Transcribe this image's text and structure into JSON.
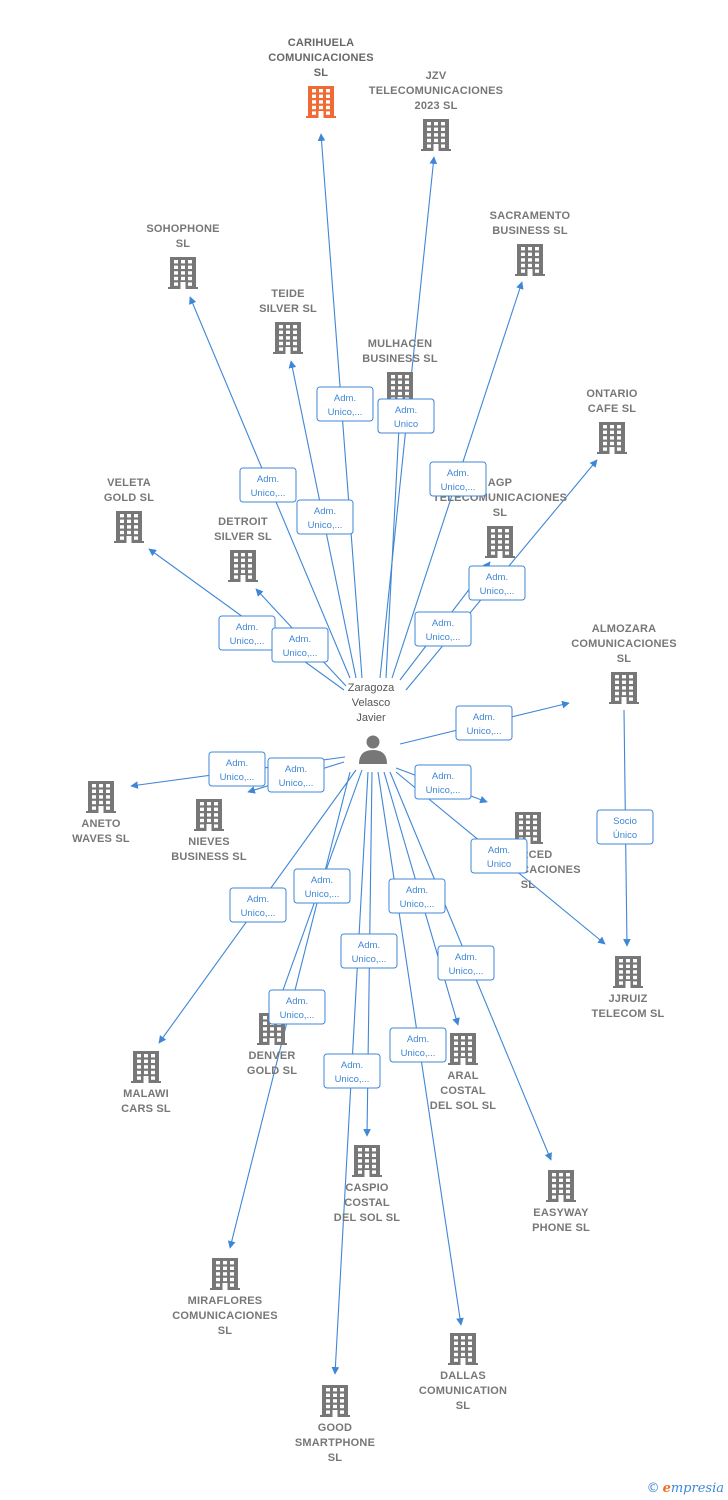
{
  "colors": {
    "edge": "#3f87d6",
    "node": "#777777",
    "highlight": "#f06a33",
    "person": "#777777"
  },
  "person": {
    "id": "p",
    "lines": [
      "Zaragoza",
      "Velasco",
      "Javier"
    ],
    "icon": "person-icon"
  },
  "companies": [
    {
      "id": "carihuela",
      "lines": [
        "CARIHUELA",
        "COMUNICACIONES",
        "SL"
      ],
      "highlight": true
    },
    {
      "id": "jzv",
      "lines": [
        "JZV",
        "TELECOMUNICACIONES",
        "2023  SL"
      ]
    },
    {
      "id": "sacramento",
      "lines": [
        "SACRAMENTO",
        "BUSINESS  SL"
      ]
    },
    {
      "id": "sohophone",
      "lines": [
        "SOHOPHONE",
        "SL"
      ]
    },
    {
      "id": "teide",
      "lines": [
        "TEIDE",
        "SILVER  SL"
      ]
    },
    {
      "id": "mulhacen",
      "lines": [
        "MULHACEN",
        "BUSINESS  SL"
      ]
    },
    {
      "id": "ontario",
      "lines": [
        "ONTARIO",
        "CAFE  SL"
      ]
    },
    {
      "id": "agp",
      "lines": [
        "AGP",
        "TELECOMUNICACIONES",
        "SL"
      ]
    },
    {
      "id": "veleta",
      "lines": [
        "VELETA",
        "GOLD  SL"
      ]
    },
    {
      "id": "detroit",
      "lines": [
        "DETROIT",
        "SILVER  SL"
      ]
    },
    {
      "id": "almozara",
      "lines": [
        "ALMOZARA",
        "COMUNICACIONES",
        "SL"
      ]
    },
    {
      "id": "aneto",
      "lines": [
        "ANETO",
        "WAVES  SL"
      ]
    },
    {
      "id": "nieves",
      "lines": [
        "NIEVES",
        "BUSINESS  SL"
      ]
    },
    {
      "id": "merced",
      "lines": [
        "MERCED",
        "COMUNICACIONES",
        "SL"
      ]
    },
    {
      "id": "jjruiz",
      "lines": [
        "JJRUIZ",
        "TELECOM  SL"
      ]
    },
    {
      "id": "malawi",
      "lines": [
        "MALAWI",
        "CARS  SL"
      ]
    },
    {
      "id": "denver",
      "lines": [
        "DENVER",
        "GOLD  SL"
      ]
    },
    {
      "id": "aral",
      "lines": [
        "ARAL",
        "COSTAL",
        "DEL SOL  SL"
      ]
    },
    {
      "id": "caspio",
      "lines": [
        "CASPIO",
        "COSTAL",
        "DEL SOL  SL"
      ]
    },
    {
      "id": "easyway",
      "lines": [
        "EASYWAY",
        "PHONE  SL"
      ]
    },
    {
      "id": "miraflores",
      "lines": [
        "MIRAFLORES",
        "COMUNICACIONES",
        "SL"
      ]
    },
    {
      "id": "dallas",
      "lines": [
        "DALLAS",
        "COMUNICATION",
        "SL"
      ]
    },
    {
      "id": "good",
      "lines": [
        "GOOD",
        "SMARTPHONE",
        "SL"
      ]
    }
  ],
  "relations": [
    {
      "from": "p",
      "to": "carihuela",
      "label": [
        "Adm.",
        "Unico,..."
      ]
    },
    {
      "from": "p",
      "to": "jzv",
      "label": [
        "Adm.",
        "Unico,..."
      ]
    },
    {
      "from": "p",
      "to": "mulhacen",
      "label": [
        "Adm.",
        "Unico"
      ]
    },
    {
      "from": "p",
      "to": "sacramento",
      "label": [
        "Adm.",
        "Unico,..."
      ]
    },
    {
      "from": "p",
      "to": "sohophone",
      "label": [
        "Adm.",
        "Unico,..."
      ]
    },
    {
      "from": "p",
      "to": "teide",
      "label": [
        "Adm.",
        "Unico,..."
      ]
    },
    {
      "from": "p",
      "to": "ontario",
      "label": [
        "Adm.",
        "Unico,..."
      ]
    },
    {
      "from": "p",
      "to": "agp",
      "label": [
        "Adm.",
        "Unico,..."
      ]
    },
    {
      "from": "p",
      "to": "veleta",
      "label": [
        "Adm.",
        "Unico,..."
      ]
    },
    {
      "from": "p",
      "to": "detroit",
      "label": [
        "Adm.",
        "Unico,..."
      ]
    },
    {
      "from": "p",
      "to": "almozara",
      "label": [
        "Adm.",
        "Unico,..."
      ]
    },
    {
      "from": "p",
      "to": "aneto",
      "label": [
        "Adm.",
        "Unico,..."
      ]
    },
    {
      "from": "p",
      "to": "nieves",
      "label": [
        "Adm.",
        "Unico,..."
      ]
    },
    {
      "from": "p",
      "to": "merced",
      "label": [
        "Adm.",
        "Unico,..."
      ]
    },
    {
      "from": "p",
      "to": "jjruiz",
      "label": [
        "Adm.",
        "Unico"
      ]
    },
    {
      "from": "almozara",
      "to": "jjruiz",
      "label": [
        "Socio",
        "Único"
      ]
    },
    {
      "from": "p",
      "to": "malawi",
      "label": [
        "Adm.",
        "Unico,..."
      ]
    },
    {
      "from": "p",
      "to": "miraflores",
      "label": [
        "Adm.",
        "Unico,..."
      ]
    },
    {
      "from": "p",
      "to": "denver",
      "label": [
        "Adm.",
        "Unico,..."
      ]
    },
    {
      "from": "p",
      "to": "caspio",
      "label": [
        "Adm.",
        "Unico,..."
      ]
    },
    {
      "from": "p",
      "to": "aral",
      "label": [
        "Adm.",
        "Unico,..."
      ]
    },
    {
      "from": "p",
      "to": "dallas",
      "label": [
        "Adm.",
        "Unico,..."
      ]
    },
    {
      "from": "p",
      "to": "easyway",
      "label": [
        "Adm.",
        "Unico,..."
      ]
    },
    {
      "from": "p",
      "to": "good",
      "label": [
        "Adm.",
        "Unico,..."
      ]
    }
  ],
  "watermark": {
    "copyright": "©",
    "brand_initial": "e",
    "brand_rest": "mpresia"
  }
}
